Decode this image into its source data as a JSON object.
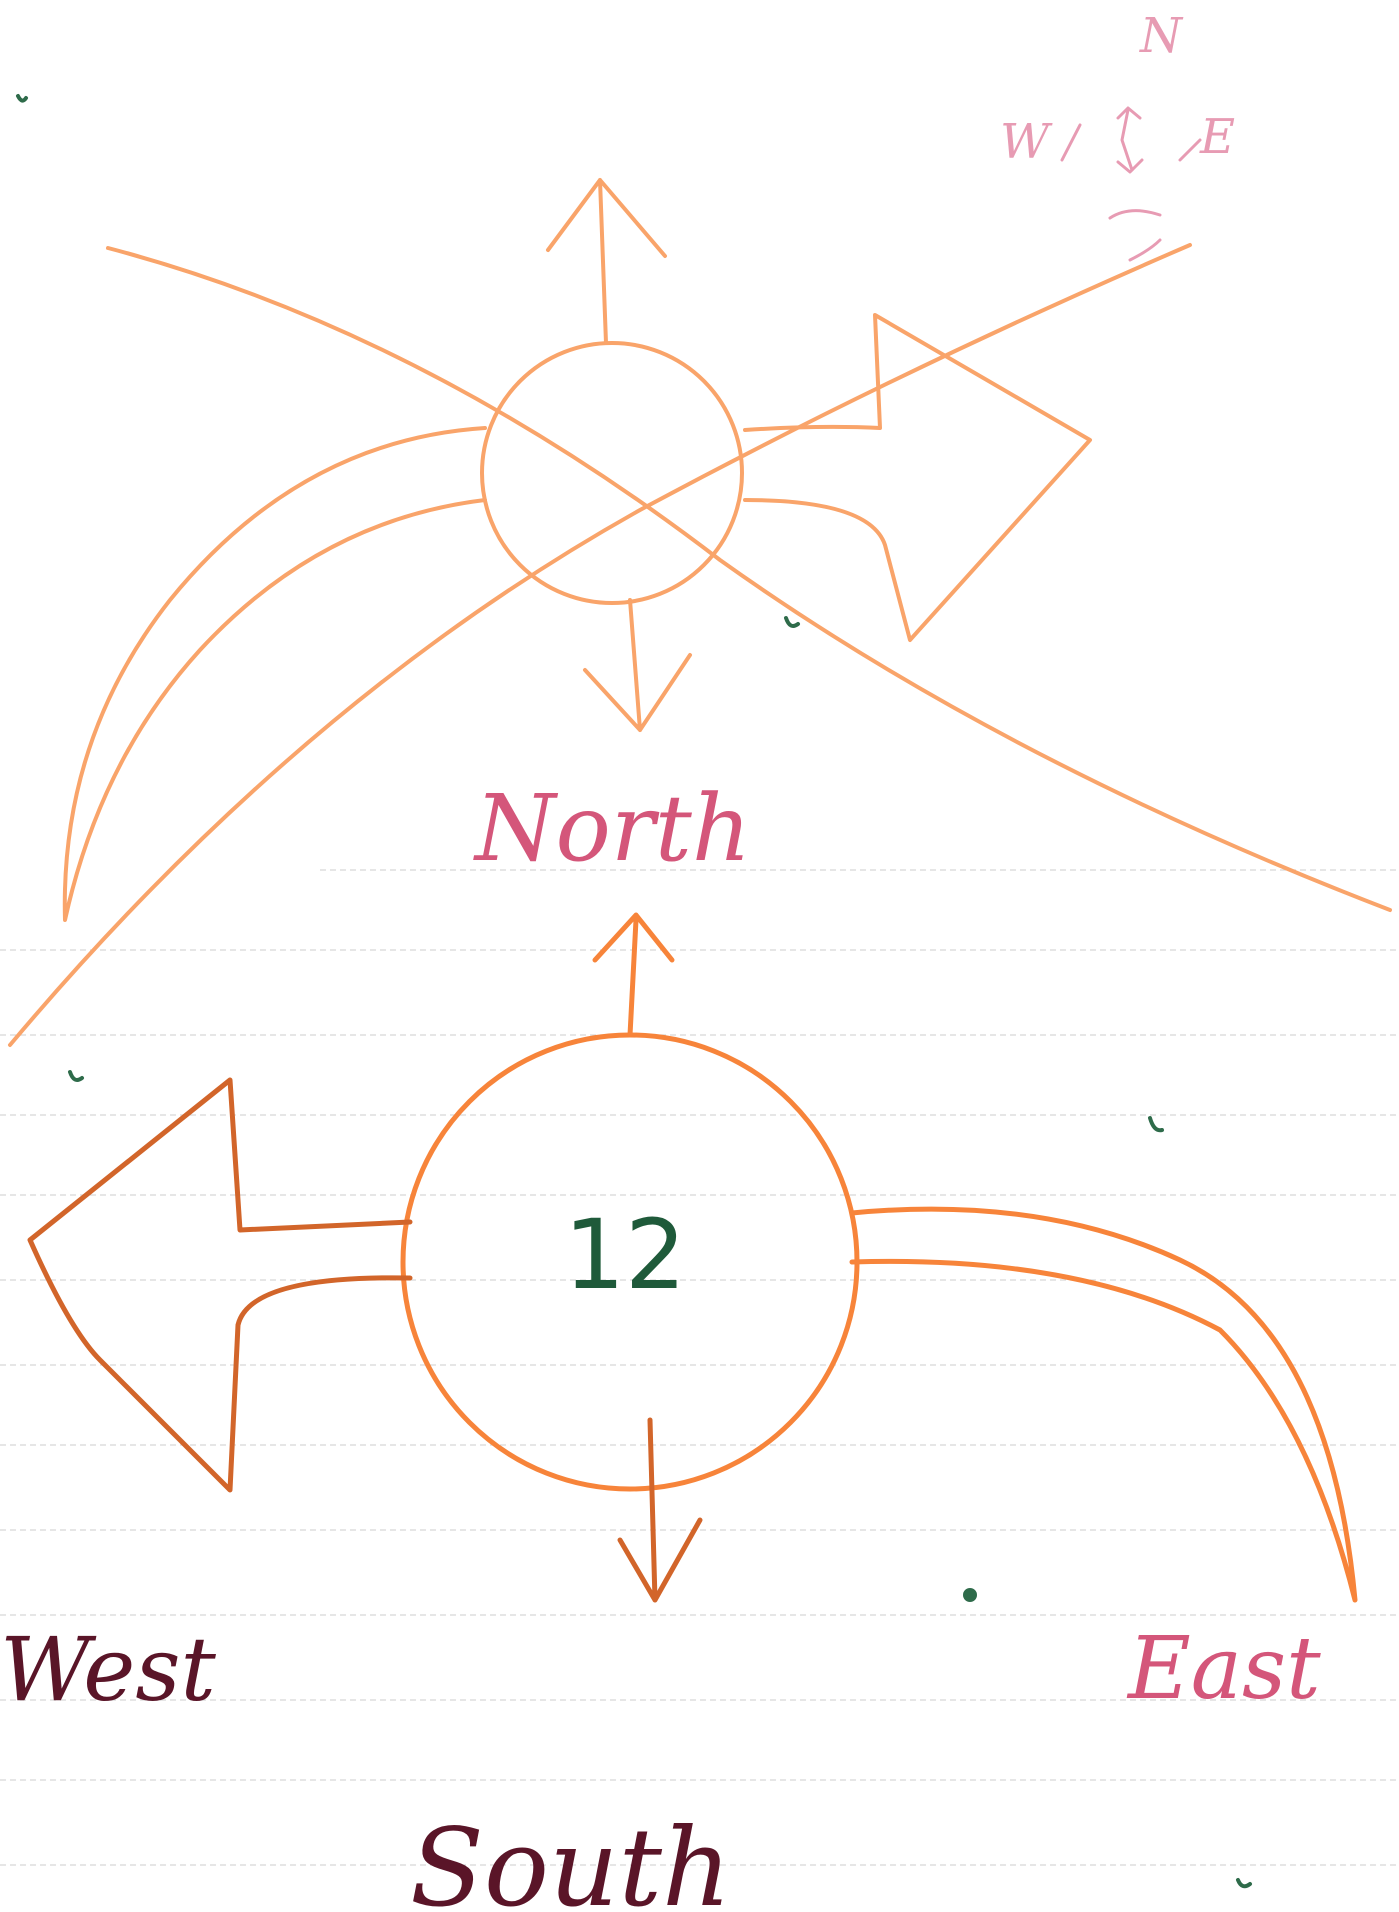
{
  "diagram": {
    "labels": {
      "north": "North",
      "south": "South",
      "west": "West",
      "east": "East",
      "center_number": "12"
    },
    "mini_compass": {
      "n": "N",
      "w": "W",
      "e": "E"
    }
  },
  "colors": {
    "paper": "#ffffff",
    "ruled_line": "#d6d6d6",
    "orange": "#f7843a",
    "light_orange": "#f9a46a",
    "dark_orange": "#d2652a",
    "pink": "#d4567a",
    "maroon": "#5a1528",
    "green": "#1f5a3a",
    "light_pink": "#e79bb3",
    "dot_green": "#2e6b4a"
  }
}
